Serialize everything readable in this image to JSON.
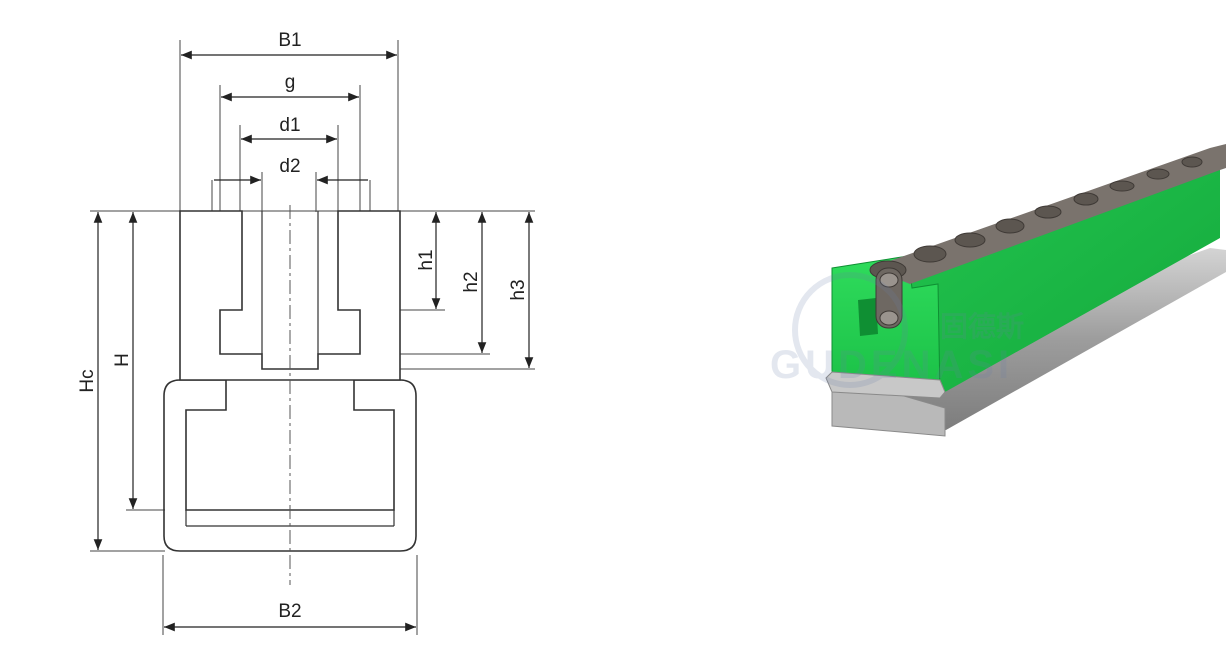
{
  "diagram": {
    "labels": {
      "B1": "B1",
      "g": "g",
      "d1": "d1",
      "d2": "d2",
      "h1": "h1",
      "h2": "h2",
      "h3": "h3",
      "Hc": "Hc",
      "H": "H",
      "B2": "B2"
    }
  },
  "photo": {
    "watermark": {
      "cn": "固德斯",
      "en": "GUDENASI"
    },
    "colors": {
      "guide_green": "#1ec84a",
      "guide_green_dark": "#12a23a",
      "rail_steel": "#a9a9a9",
      "chain_steel": "#6f6a66"
    }
  }
}
